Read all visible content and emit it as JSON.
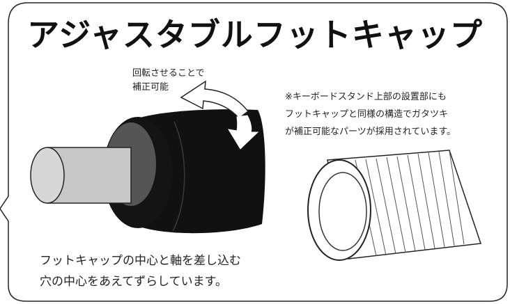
{
  "title": "アジャスタブルフットキャップ",
  "rotation_label": [
    "回転させることで",
    "補正可能"
  ],
  "note_lines": [
    "※キーボードスタンド上部の設置部にも",
    "フットキャップと同様の構造でガタツキ",
    "が補正可能なパーツが採用されています。"
  ],
  "caption_lines": [
    "フットキャップの中心と軸を差し込む",
    "穴の中心をあえてずらしています。"
  ],
  "colors": {
    "cap": "#111111",
    "hole": "#555555",
    "rod": "#c8c8c8",
    "outline": "#222222",
    "background": "#ffffff"
  },
  "icons": [
    "rotate-arrow-icon",
    "down-arrow-icon"
  ]
}
